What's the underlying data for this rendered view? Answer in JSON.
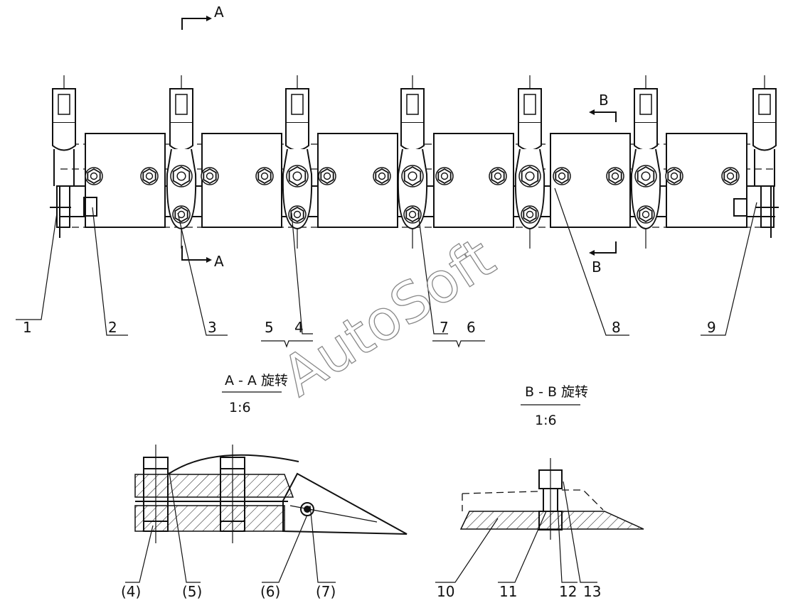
{
  "watermark": "AutoSoft",
  "section_marks": {
    "a_top": "A",
    "a_bottom": "A",
    "b_top": "B",
    "b_bottom": "B"
  },
  "parts_main": [
    "1",
    "2",
    "3",
    "5",
    "4",
    "7",
    "6",
    "8",
    "9"
  ],
  "section_a": {
    "title": "A - A 旋转",
    "scale": "1:6",
    "parts": [
      "(4)",
      "(5)",
      "(6)",
      "(7)"
    ]
  },
  "section_b": {
    "title": "B - B 旋转",
    "scale": "1:6",
    "parts": [
      "10",
      "11",
      "12",
      "13"
    ]
  }
}
